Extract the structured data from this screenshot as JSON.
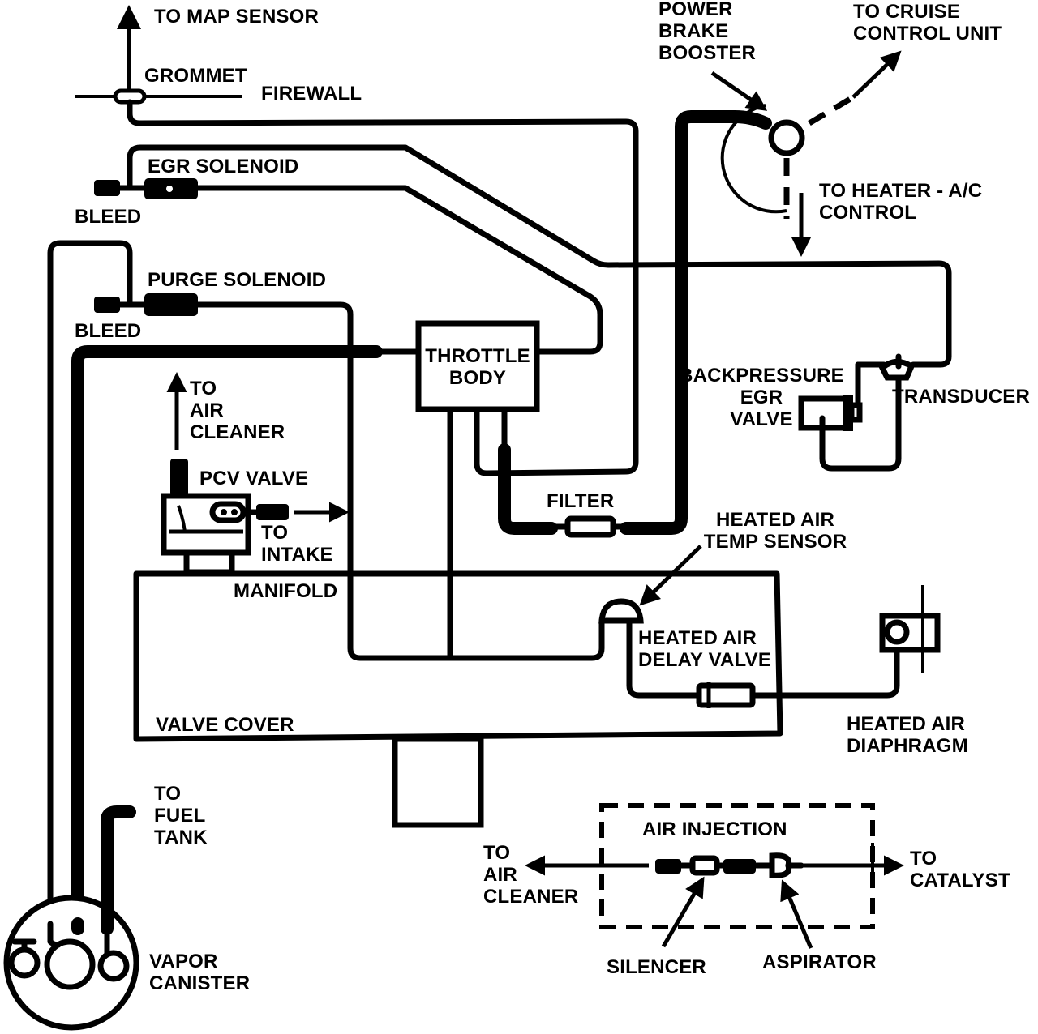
{
  "labels": {
    "to_map_sensor": "TO MAP SENSOR",
    "grommet": "GROMMET",
    "firewall": "FIREWALL",
    "power_brake_booster": "POWER\nBRAKE\nBOOSTER",
    "to_cruise_control": "TO CRUISE\nCONTROL UNIT",
    "egr_solenoid": "EGR SOLENOID",
    "bleed_top": "BLEED",
    "to_heater_ac": "TO HEATER - A/C\nCONTROL",
    "purge_solenoid": "PURGE SOLENOID",
    "bleed_bottom": "BLEED",
    "throttle_body": "THROTTLE\nBODY",
    "backpressure_egr_valve": "BACKPRESSURE\nEGR\nVALVE",
    "transducer": "TRANSDUCER",
    "to_air_cleaner_top": "TO\nAIR\nCLEANER",
    "pcv_valve": "PCV VALVE",
    "to_intake_manifold": "TO\nINTAKE",
    "manifold": "MANIFOLD",
    "filter": "FILTER",
    "heated_air_temp_sensor": "HEATED AIR\nTEMP SENSOR",
    "heated_air_delay_valve": "HEATED AIR\nDELAY VALVE",
    "valve_cover": "VALVE COVER",
    "heated_air_diaphragm": "HEATED AIR\nDIAPHRAGM",
    "to_fuel_tank": "TO\nFUEL\nTANK",
    "air_injection": "AIR INJECTION",
    "to_air_cleaner_bottom": "TO\nAIR\nCLEANER",
    "to_catalyst": "TO\nCATALYST",
    "silencer": "SILENCER",
    "aspirator": "ASPIRATOR",
    "vapor_canister": "VAPOR\nCANISTER"
  }
}
